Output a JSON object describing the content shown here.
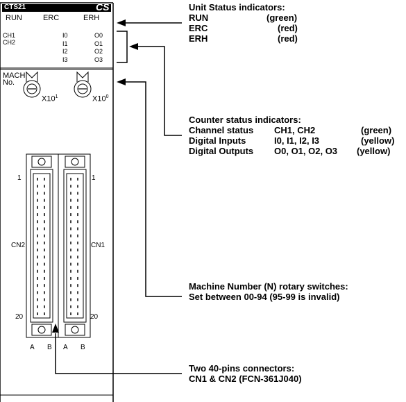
{
  "module": {
    "model": "CTS21",
    "brand": "CS",
    "leds": [
      "RUN",
      "ERC",
      "ERH"
    ],
    "channels": [
      "CH1",
      "CH2"
    ],
    "inputs": [
      "I0",
      "I1",
      "I2",
      "I3"
    ],
    "outputs": [
      "O0",
      "O1",
      "O2",
      "O3"
    ],
    "mach_label": "MACH",
    "no_label": "No.",
    "x10_1": "X10",
    "x10_1_exp": "1",
    "x10_0": "X10",
    "x10_0_exp": "0",
    "pin_top": "1",
    "pin_bottom": "20",
    "cn2": "CN2",
    "cn1": "CN1",
    "cols": [
      "A",
      "B",
      "A",
      "B"
    ]
  },
  "callouts": {
    "unit_status": {
      "title": "Unit Status indicators:",
      "rows": [
        {
          "name": "RUN",
          "color": "(green)"
        },
        {
          "name": "ERC",
          "color": "(red)"
        },
        {
          "name": "ERH",
          "color": "(red)"
        }
      ]
    },
    "counter_status": {
      "title": "Counter status indicators:",
      "rows": [
        {
          "name": "Channel status",
          "value": "CH1, CH2",
          "color": "(green)"
        },
        {
          "name": "Digital Inputs",
          "value": "I0, I1, I2, I3",
          "color": "(yellow)"
        },
        {
          "name": "Digital Outputs",
          "value": "O0, O1, O2, O3",
          "color": "(yellow)"
        }
      ]
    },
    "machine_number": {
      "line1": "Machine Number (N) rotary switches:",
      "line2": "Set between 00-94 (95-99 is invalid)"
    },
    "connectors": {
      "line1": "Two 40-pins connectors:",
      "line2": "CN1 & CN2 (FCN-361J040)"
    }
  }
}
